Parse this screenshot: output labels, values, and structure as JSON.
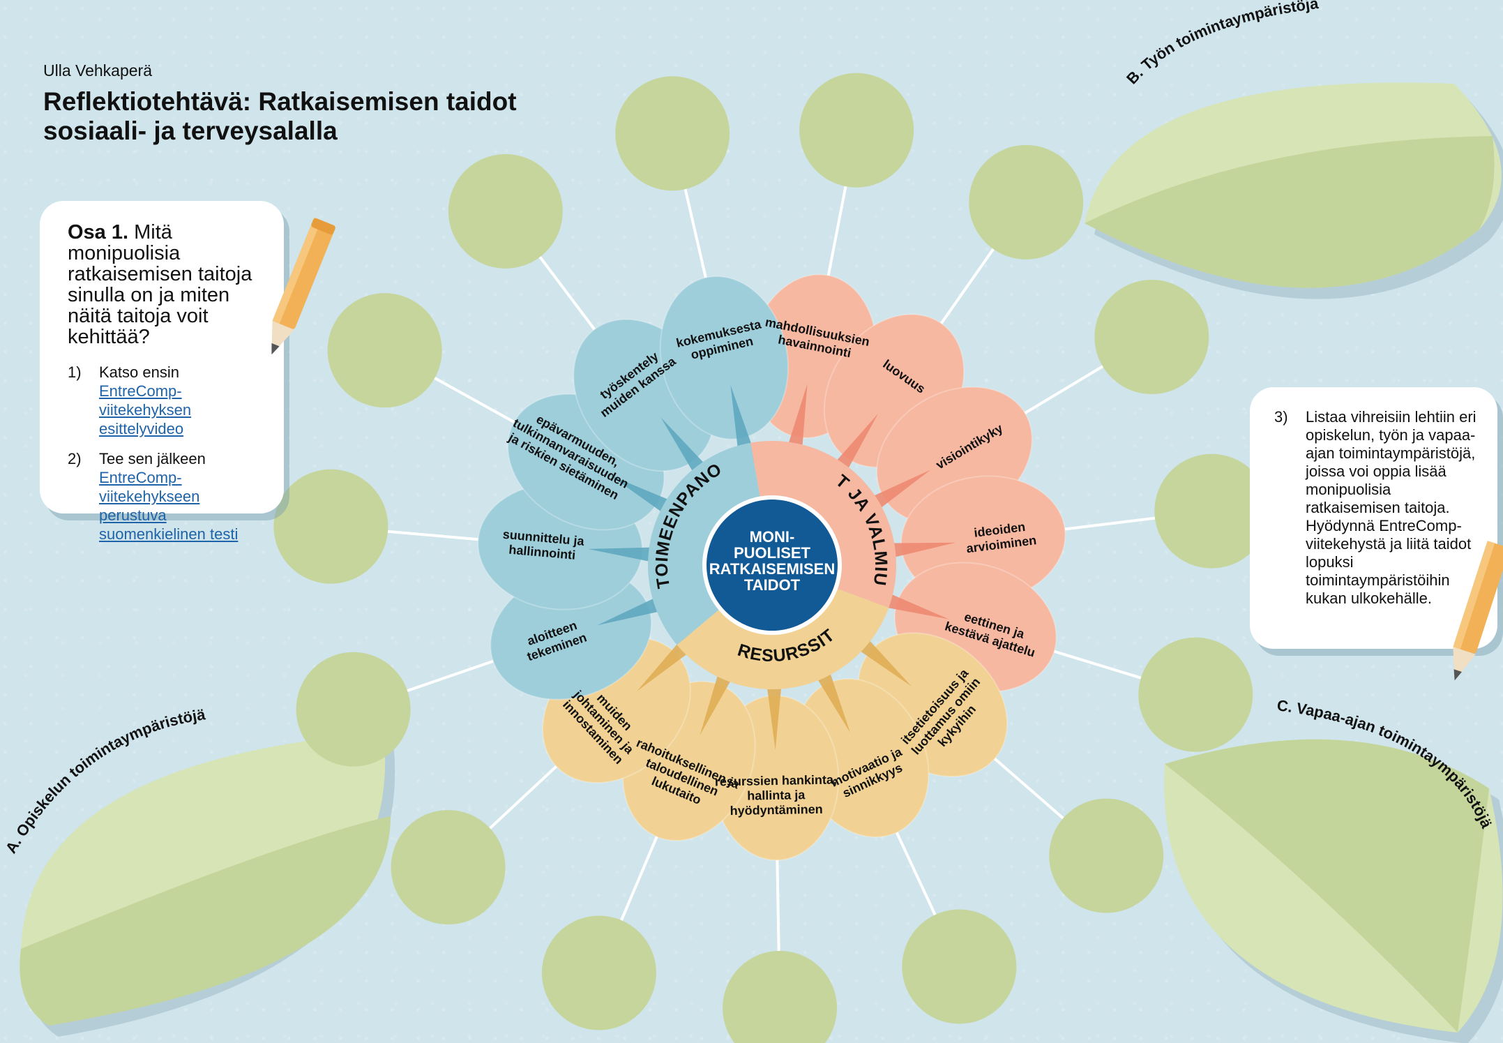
{
  "author": "Ulla Vehkaperä",
  "title_line1": "Reflektiotehtävä: Ratkaisemisen taidot",
  "title_line2": "sosiaali- ja terveysalalla",
  "task": {
    "heading": "Osa 1.",
    "question": "Mitä monipuolisia ratkaisemisen taitoja sinulla on ja miten näitä taitoja voit kehittää?",
    "step1_num": "1)",
    "step1_text": "Katso ensin",
    "step1_link": "EntreComp-viitekehyksen esittelyvideo",
    "step2_num": "2)",
    "step2_text": "Tee sen jälkeen",
    "step2_link": "EntreComp-viitekehykseen perustuva suomenkielinen testi",
    "step3_num": "3)",
    "step3_text": "Listaa vihreisiin lehtiin eri opiskelun, työn ja vapaa-ajan toimintaympäristöjä, joissa voi oppia lisää monipuolisia ratkaisemisen taitoja. Hyödynnä EntreComp-viitekehystä ja liitä taidot lopuksi toimintaympäristöihin kukan ulkokehälle."
  },
  "center": {
    "lines": [
      "MONI-",
      "PUOLISET",
      "RATKAISEMISEN",
      "TAIDOT"
    ]
  },
  "categories": {
    "ideat": "IDEAT JA VALMIUDET",
    "resurssit": "RESURSSIT",
    "toimeenpano": "TOIMEENPANO"
  },
  "leaves": {
    "a": "A. Opiskelun toimintaympäristöjä",
    "b": "B. Työn toimintaympäristöjä",
    "c": "C. Vapaa-ajan toimintaympäristöjä"
  },
  "colors": {
    "ideat": "#f6b8a1",
    "ideat_dark": "#ee8a72",
    "resurssit": "#f1d294",
    "resurssit_dark": "#e0ad55",
    "toimeenpano": "#9fcedb",
    "toimeenpano_dark": "#5ea9c0",
    "center": "#125a96",
    "bubble": "#c6d59b",
    "leaf": "#d7e4b6",
    "leaf_dark": "#c3d59a"
  },
  "petals": [
    {
      "cat": "ideat",
      "lines": [
        "mahdollisuuksien",
        "havainnointi"
      ]
    },
    {
      "cat": "ideat",
      "lines": [
        "luovuus"
      ]
    },
    {
      "cat": "ideat",
      "lines": [
        "visiointikyky"
      ]
    },
    {
      "cat": "ideat",
      "lines": [
        "ideoiden",
        "arvioiminen"
      ]
    },
    {
      "cat": "ideat",
      "lines": [
        "eettinen ja",
        "kestävä ajattelu"
      ]
    },
    {
      "cat": "resurssit",
      "lines": [
        "itsetietoisuus ja",
        "luottamus omiin",
        "kykyihin"
      ]
    },
    {
      "cat": "resurssit",
      "lines": [
        "motivaatio ja",
        "sinnikkyys"
      ]
    },
    {
      "cat": "resurssit",
      "lines": [
        "resurssien hankinta,",
        "hallinta ja",
        "hyödyntäminen"
      ]
    },
    {
      "cat": "resurssit",
      "lines": [
        "rahoituksellinen ja",
        "taloudellinen",
        "lukutaito"
      ]
    },
    {
      "cat": "resurssit",
      "lines": [
        "muiden",
        "johtaminen ja",
        "innostaminen"
      ]
    },
    {
      "cat": "toimeenpano",
      "lines": [
        "aloitteen",
        "tekeminen"
      ]
    },
    {
      "cat": "toimeenpano",
      "lines": [
        "suunnittelu ja",
        "hallinnointi"
      ]
    },
    {
      "cat": "toimeenpano",
      "lines": [
        "epävarmuuden,",
        "tulkinnanvaraisuuden",
        "ja riskien sietäminen"
      ]
    },
    {
      "cat": "toimeenpano",
      "lines": [
        "työskentely",
        "muiden kanssa"
      ]
    },
    {
      "cat": "toimeenpano",
      "lines": [
        "kokemuksesta",
        "oppiminen"
      ]
    }
  ]
}
